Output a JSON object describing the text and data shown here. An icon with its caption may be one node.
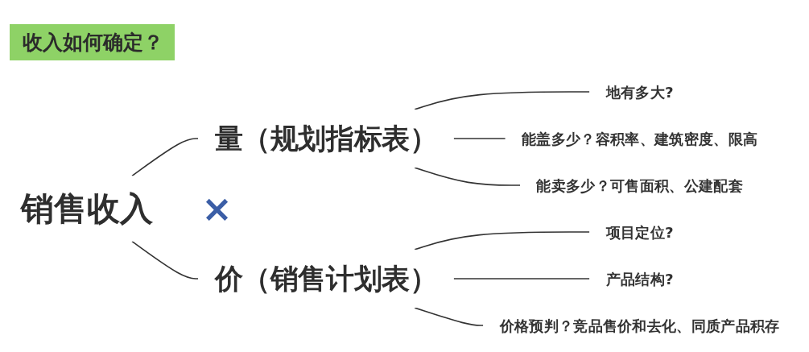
{
  "diagram": {
    "title": "收入如何确定？",
    "nodes": [
      {
        "text": [
          "销售收入"
        ]
      },
      {
        "text": [
          "量（规划指标表）"
        ]
      },
      {
        "text": [
          "价（销售计划表）"
        ]
      },
      {
        "text": [
          "地有多大?"
        ]
      },
      {
        "text": [
          "能盖多少？容积率、建筑密度、限高"
        ]
      },
      {
        "text": [
          "能卖多少？可售面积、公建配套"
        ]
      },
      {
        "text": [
          "项目定位?"
        ]
      },
      {
        "text": [
          "产品结构?"
        ]
      },
      {
        "text": [
          "价格预判？竞品售价和去化、同质产品积存"
        ]
      }
    ],
    "edges": [
      {
        "from": 0,
        "to": 1,
        "arrow": "none"
      },
      {
        "from": 0,
        "to": 2,
        "arrow": "none"
      },
      {
        "from": 1,
        "to": 3,
        "arrow": "none"
      },
      {
        "from": 1,
        "to": 4,
        "arrow": "none"
      },
      {
        "from": 1,
        "to": 5,
        "arrow": "none"
      },
      {
        "from": 2,
        "to": 6,
        "arrow": "none"
      },
      {
        "from": 2,
        "to": 7,
        "arrow": "none"
      },
      {
        "from": 2,
        "to": 8,
        "arrow": "none"
      }
    ],
    "labels": [
      "×"
    ]
  }
}
